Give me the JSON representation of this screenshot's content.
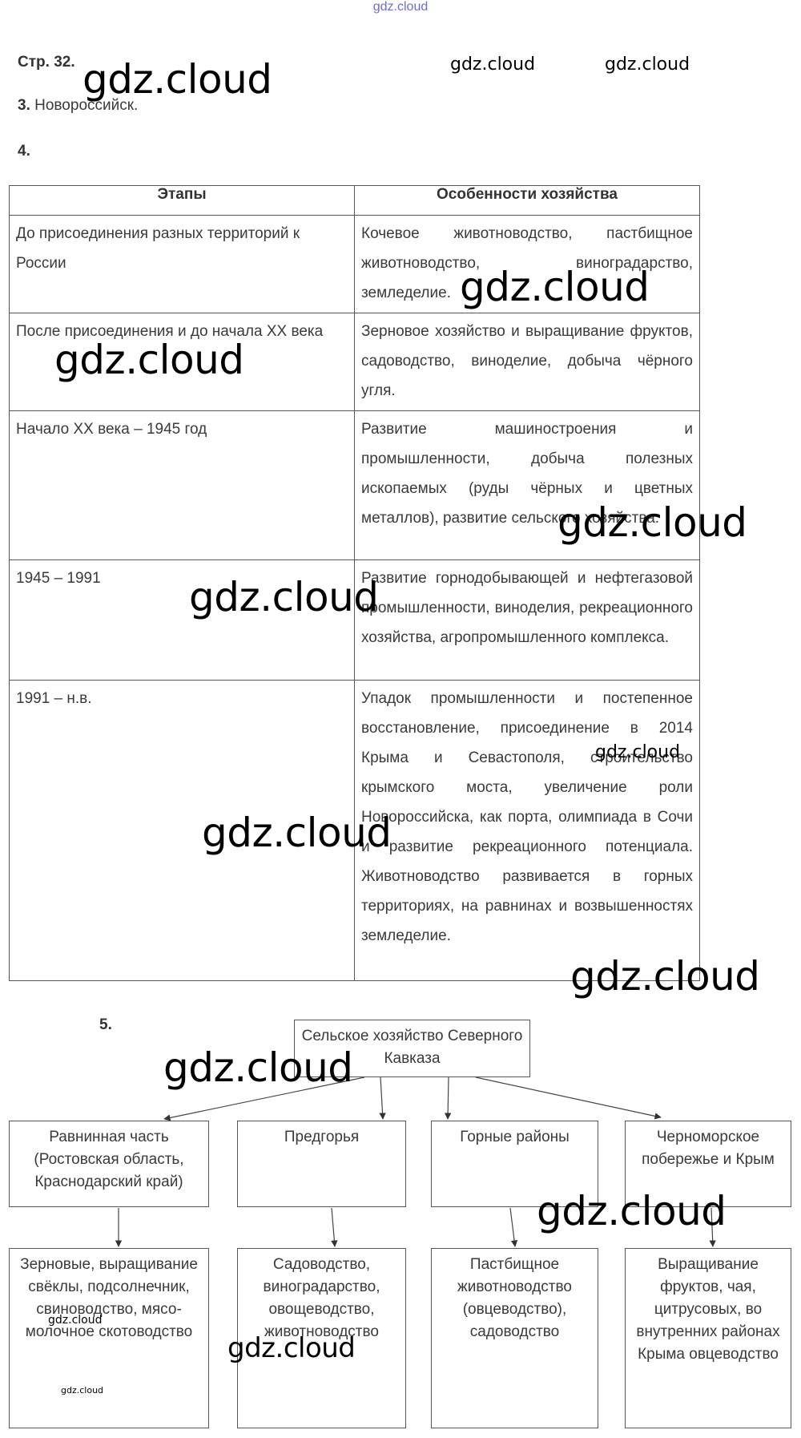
{
  "watermark_text": "gdz.cloud",
  "page_ref": "Стр. 32.",
  "task3": {
    "number": "3.",
    "answer": "Новороссийск."
  },
  "task4": {
    "number": "4.",
    "headers": [
      "Этапы",
      "Особенности хозяйства"
    ],
    "rows": [
      {
        "stage": "До присоединения разных территорий к России",
        "features": "Кочевое животноводство, пастбищное животноводство, виноградарство, земледелие."
      },
      {
        "stage": "После присоединения и до начала XX века",
        "features": "Зерновое хозяйство и выращивание фруктов, садоводство, виноделие, добыча чёрного угля."
      },
      {
        "stage": "Начало XX века – 1945 год",
        "features": "Развитие машиностроения и промышленности, добыча полезных ископаемых (руды чёрных и цветных металлов), развитие сельского хозяйства."
      },
      {
        "stage": "1945 – 1991",
        "features": "Развитие горнодобывающей и нефтегазовой промышленности, виноделия, рекреационного хозяйства, агропромышленного комплекса."
      },
      {
        "stage": "1991 – н.в.",
        "features": "Упадок промышленности и постепенное восстановление, присоединение в 2014 Крыма и Севастополя, строительство крымского моста, увеличение роли Новороссийска, как порта, олимпиада в Сочи и развитие рекреационного потенциала. Животноводство развивается в горных территориях, на равнинах и возвышенностях земледелие."
      }
    ]
  },
  "task5": {
    "number": "5.",
    "root": "Сельское хозяйство Северного Кавказа",
    "regions": [
      "Равнинная часть (Ростовская область, Краснодарский край)",
      "Предгорья",
      "Горные районы",
      "Черноморское побережье и Крым"
    ],
    "specializations": [
      "Зерновые, выращивание свёклы, подсолнечник, свиноводство, мясо-молочное скотоводство",
      "Садоводство, виноградарство, овощеводство, животноводство",
      "Пастбищное животноводство (овцеводство), садоводство",
      "Выращивание фруктов, чая, цитрусовых, во внутренних районах Крыма овцеводство"
    ]
  }
}
